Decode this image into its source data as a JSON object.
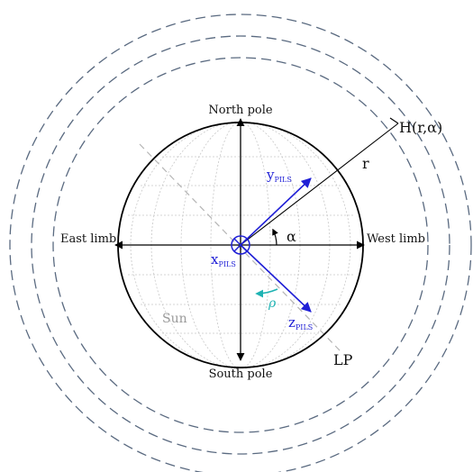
{
  "labels": {
    "north_pole": "North pole",
    "south_pole": "South pole",
    "east_limb": "East limb",
    "west_limb": "West limb",
    "sun": "Sun",
    "lp": "LP",
    "h_point": "H(r,α)",
    "r": "r",
    "alpha": "α",
    "rho": "ρ",
    "x_axis": "x",
    "x_sub": "PILS",
    "y_axis": "y",
    "y_sub": "PILS",
    "z_axis": "z",
    "z_sub": "PILS"
  },
  "colors": {
    "axis": "#000000",
    "pils_vectors": "#1f1fd6",
    "rotation_arrow": "#1fb3b3",
    "dashed_circles": "#5a6a80",
    "grid": "#c8c8c8",
    "lp_line": "#b5b5b5",
    "sun_label": "#9a9a9a"
  }
}
